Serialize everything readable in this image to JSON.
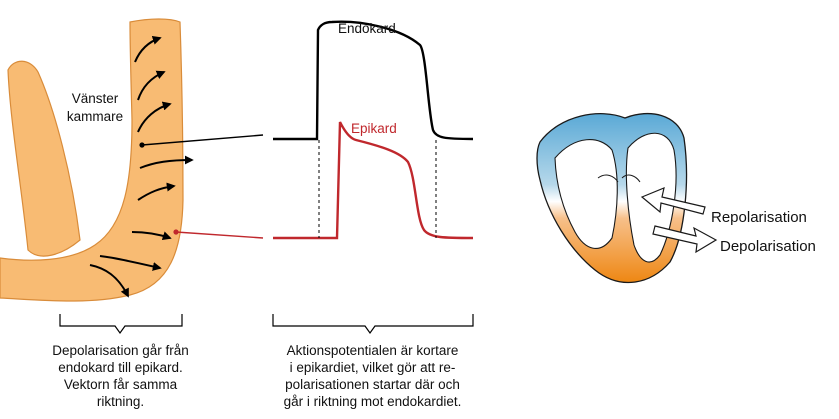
{
  "ventricle": {
    "label_line1": "Vänster",
    "label_line2": "kammare"
  },
  "traces": {
    "endokard_label": "Endokard",
    "epikard_label": "Epikard",
    "endokard_color": "#000000",
    "epikard_color": "#c0282d"
  },
  "heart": {
    "repolarisation_label": "Repolarisation",
    "depolarisation_label": "Depolarisation",
    "top_color": "#5aa9d6",
    "bottom_color": "#f08a1c"
  },
  "captions": {
    "left": [
      "Depolarisation går från",
      "endokard till epikard.",
      "Vektorn får samma",
      "riktning."
    ],
    "middle": [
      "Aktionspotentialen är kortare",
      "i epikardiet, vilket gör att re-",
      "polarisationen startar där och",
      "går i riktning mot endokardiet."
    ]
  },
  "colors": {
    "muscle": "#f8bb73",
    "muscle_stroke": "#d98c3a"
  }
}
